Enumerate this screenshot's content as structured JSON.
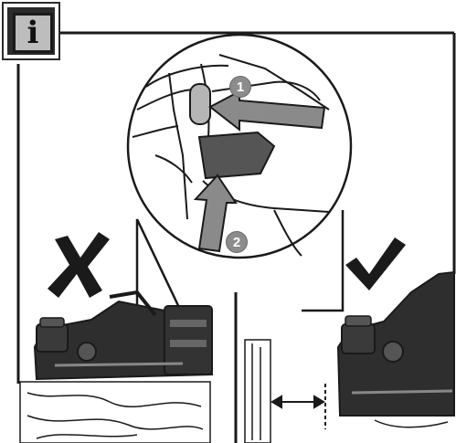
{
  "info_icon": {
    "glyph": "i",
    "name": "info-icon"
  },
  "steps": [
    {
      "label": "1"
    },
    {
      "label": "2"
    }
  ],
  "verdicts": {
    "wrong": "✘",
    "right": "✔"
  },
  "colors": {
    "ink": "#1a1a1a",
    "tool_body": "#2e2e2e",
    "arrow_grey": "#8a8a8a",
    "info_bg": "#bdbdbd"
  }
}
